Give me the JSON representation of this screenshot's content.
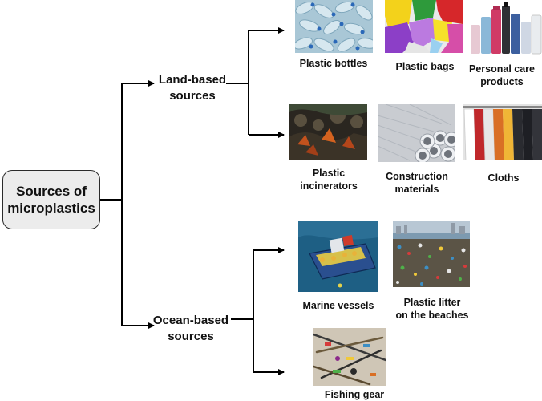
{
  "root": {
    "label": "Sources of\nmicroplastics"
  },
  "branches": [
    {
      "label": "Land-based\nsources",
      "items": [
        {
          "label": "Plastic bottles",
          "icon": "plastic-bottles-image"
        },
        {
          "label": "Plastic bags",
          "icon": "plastic-bags-image"
        },
        {
          "label": "Personal care\nproducts",
          "icon": "personal-care-products-image"
        },
        {
          "label": "Plastic\nincinerators",
          "icon": "plastic-incinerators-image"
        },
        {
          "label": "Construction\nmaterials",
          "icon": "construction-materials-image"
        },
        {
          "label": "Cloths",
          "icon": "cloths-image"
        }
      ]
    },
    {
      "label": "Ocean-based\nsources",
      "items": [
        {
          "label": "Marine vessels",
          "icon": "marine-vessels-image"
        },
        {
          "label": "Plastic litter\non the beaches",
          "icon": "beach-litter-image"
        },
        {
          "label": "Fishing gear",
          "icon": "fishing-gear-image"
        }
      ]
    }
  ],
  "colors": {
    "connector": "#000000",
    "root_fill": "#ececec",
    "text": "#111111"
  }
}
